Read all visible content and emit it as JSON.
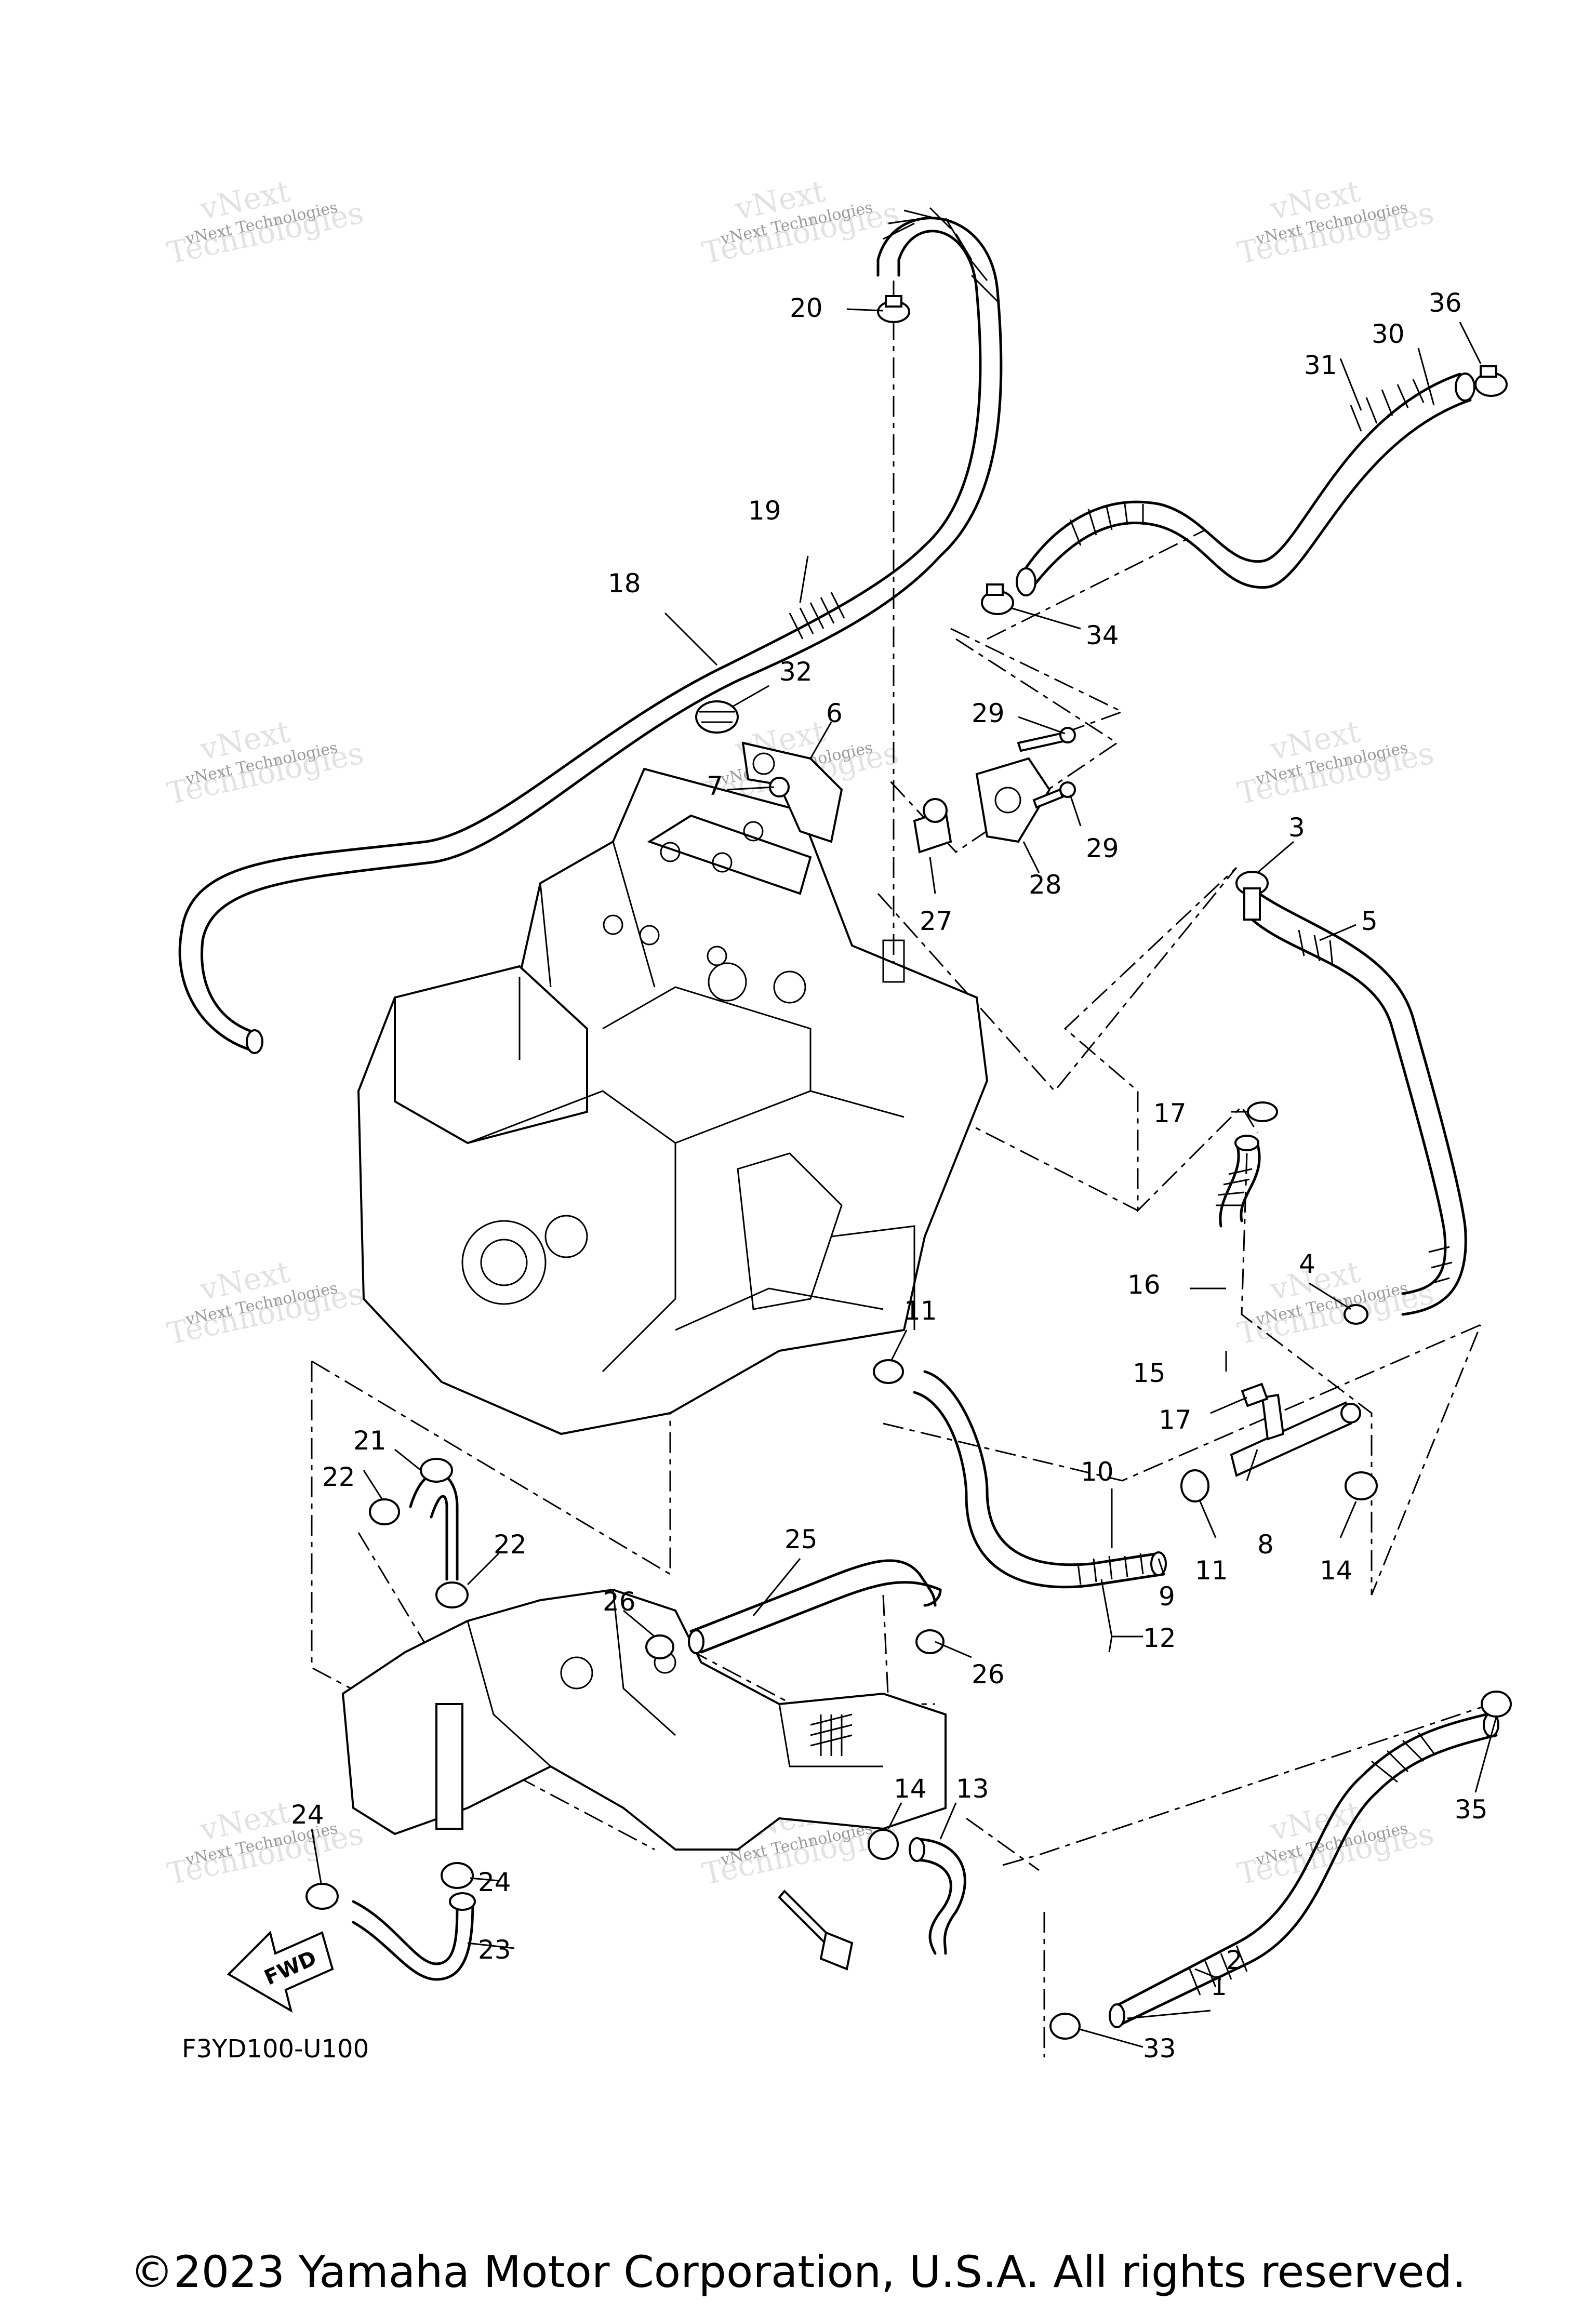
{
  "callouts": [
    {
      "id": "1",
      "label": "1"
    },
    {
      "id": "2",
      "label": "2"
    },
    {
      "id": "3",
      "label": "3"
    },
    {
      "id": "4",
      "label": "4"
    },
    {
      "id": "5",
      "label": "5"
    },
    {
      "id": "6",
      "label": "6"
    },
    {
      "id": "7",
      "label": "7"
    },
    {
      "id": "8",
      "label": "8"
    },
    {
      "id": "9",
      "label": "9"
    },
    {
      "id": "10",
      "label": "10"
    },
    {
      "id": "11a",
      "label": "11"
    },
    {
      "id": "11b",
      "label": "11"
    },
    {
      "id": "12",
      "label": "12"
    },
    {
      "id": "13",
      "label": "13"
    },
    {
      "id": "14a",
      "label": "14"
    },
    {
      "id": "14b",
      "label": "14"
    },
    {
      "id": "15",
      "label": "15"
    },
    {
      "id": "16",
      "label": "16"
    },
    {
      "id": "17a",
      "label": "17"
    },
    {
      "id": "17b",
      "label": "17"
    },
    {
      "id": "18",
      "label": "18"
    },
    {
      "id": "19",
      "label": "19"
    },
    {
      "id": "20",
      "label": "20"
    },
    {
      "id": "21",
      "label": "21"
    },
    {
      "id": "22a",
      "label": "22"
    },
    {
      "id": "22b",
      "label": "22"
    },
    {
      "id": "23",
      "label": "23"
    },
    {
      "id": "24a",
      "label": "24"
    },
    {
      "id": "24b",
      "label": "24"
    },
    {
      "id": "25",
      "label": "25"
    },
    {
      "id": "26a",
      "label": "26"
    },
    {
      "id": "26b",
      "label": "26"
    },
    {
      "id": "27",
      "label": "27"
    },
    {
      "id": "28",
      "label": "28"
    },
    {
      "id": "29a",
      "label": "29"
    },
    {
      "id": "29b",
      "label": "29"
    },
    {
      "id": "30",
      "label": "30"
    },
    {
      "id": "31",
      "label": "31"
    },
    {
      "id": "32",
      "label": "32"
    },
    {
      "id": "33",
      "label": "33"
    },
    {
      "id": "34",
      "label": "34"
    },
    {
      "id": "35",
      "label": "35"
    },
    {
      "id": "36",
      "label": "36"
    }
  ],
  "watermark": {
    "line1": "vNext Technologies",
    "big_top": "vNext",
    "big_bottom": "Technologies"
  },
  "fwd_label": "FWD",
  "diagram_code": "F3YD100-U100",
  "copyright": "©2023 Yamaha Motor Corporation, U.S.A. All rights reserved."
}
